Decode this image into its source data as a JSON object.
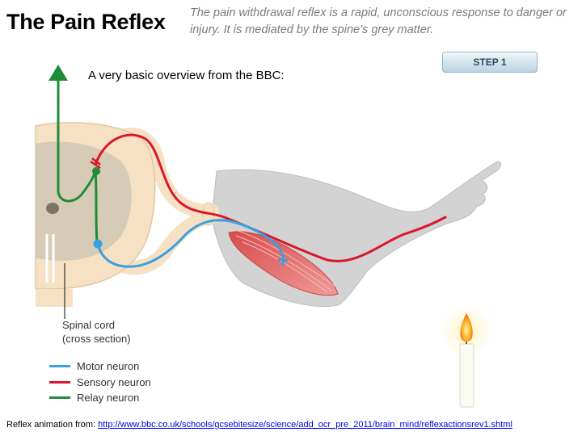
{
  "slide": {
    "title": "The Pain Reflex",
    "subtitle": "The pain withdrawal reflex is a rapid, unconscious response to danger or injury. It is mediated by the spine’s grey matter.",
    "overview": "A very basic overview from the BBC:"
  },
  "step_button": {
    "label": "STEP 1"
  },
  "diagram": {
    "cord_label_line1": "Spinal cord",
    "cord_label_line2": "(cross section)",
    "legend": [
      {
        "label": "Motor neuron",
        "color": "#3aa0e0"
      },
      {
        "label": "Sensory neuron",
        "color": "#d9182b"
      },
      {
        "label": "Relay neuron",
        "color": "#1f8c3a"
      }
    ]
  },
  "footer": {
    "prefix": "Reflex animation from: ",
    "link_text": "http://www.bbc.co.uk/schools/gcsebitesize/science/add_ocr_pre_2011/brain_mind/reflexactionsrev1.shtml"
  }
}
